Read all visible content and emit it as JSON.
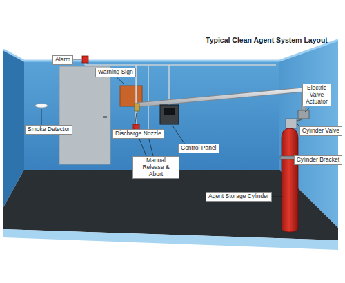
{
  "diagram": {
    "title": "Typical Clean Agent System Layout",
    "nodes": [
      {
        "text": [
          "Alarm"
        ]
      },
      {
        "text": [
          "Warning Sign"
        ]
      },
      {
        "text": [
          "Electric Valve Actuator"
        ]
      },
      {
        "text": [
          "Smoke Detector"
        ]
      },
      {
        "text": [
          "Cylinder Valve"
        ]
      },
      {
        "text": [
          "Discharge Nozzle"
        ]
      },
      {
        "text": [
          "Control Panel"
        ]
      },
      {
        "text": [
          "Cylinder Bracket"
        ]
      },
      {
        "text": [
          "Manual Release & Abort"
        ]
      },
      {
        "text": [
          "Agent Storage Cylinder"
        ]
      }
    ]
  }
}
